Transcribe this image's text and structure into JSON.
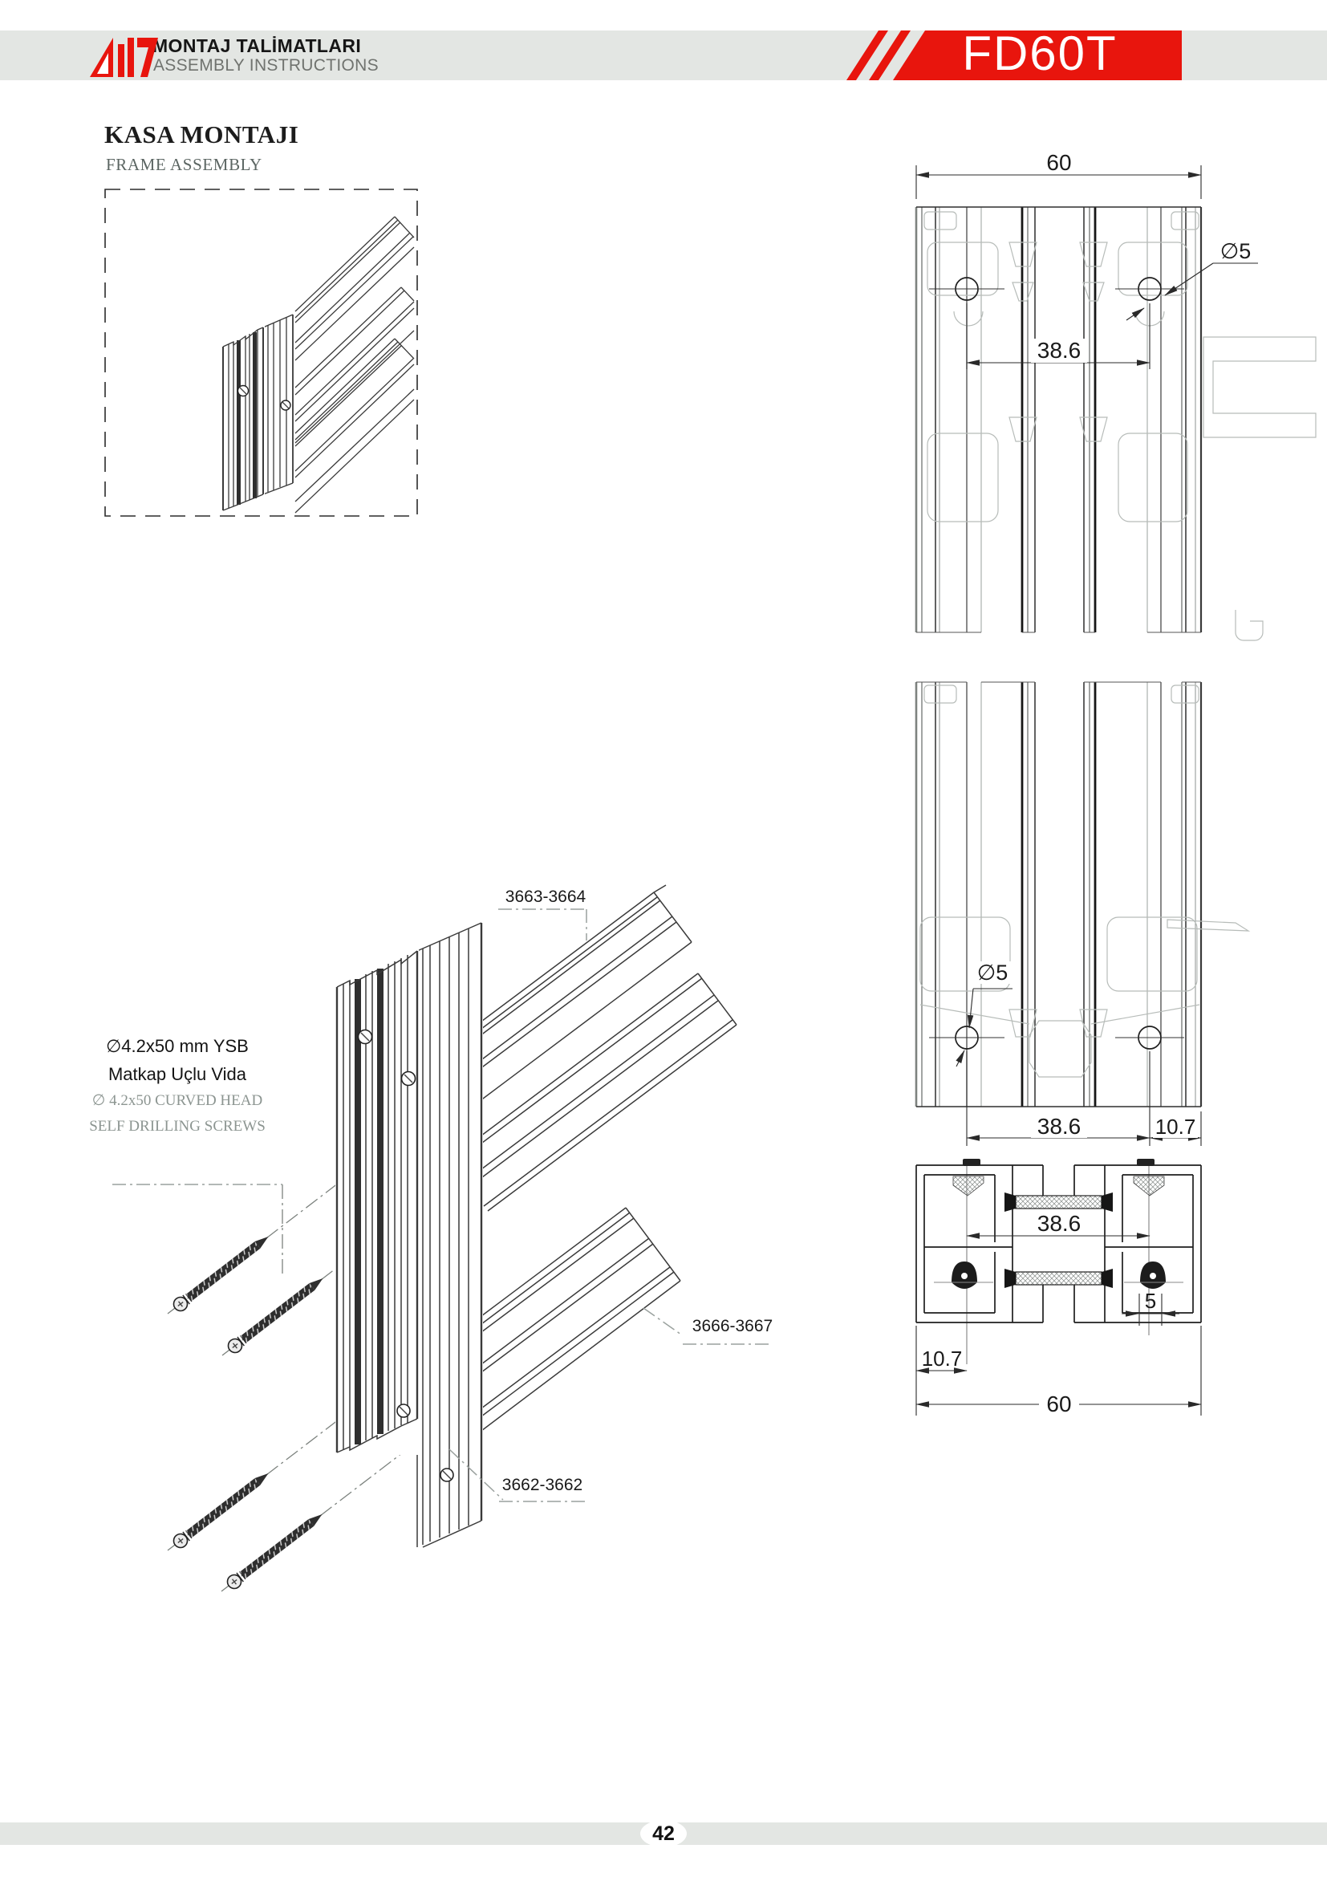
{
  "header": {
    "bar_color": "#e3e6e3",
    "logo_color": "#e8150d",
    "title_tr": "MONTAJ TALİMATLARI",
    "title_en": "ASSEMBLY INSTRUCTIONS",
    "product_badge": {
      "label": "FD60T",
      "bg": "#e8150d",
      "text_color": "#ffffff"
    }
  },
  "section": {
    "title_tr": "KASA MONTAJI",
    "title_en": "FRAME ASSEMBLY"
  },
  "diagram": {
    "part_labels": {
      "head_rail": "3663-3664",
      "bottom_rail": "3666-3667",
      "jamb": "3662-3662"
    },
    "screw_note": {
      "tr_line1": "∅4.2x50 mm YSB",
      "tr_line2": "Matkap Uçlu Vida",
      "en_line1": "∅ 4.2x50 CURVED HEAD",
      "en_line2": "SELF DRILLING SCREWS"
    }
  },
  "dimensions": {
    "overall_width": "60",
    "hole_spacing": "38.6",
    "hole_diameter": "∅5",
    "edge_offset": "10.7",
    "screw_port_width": "5"
  },
  "footer": {
    "page_number": "42"
  }
}
